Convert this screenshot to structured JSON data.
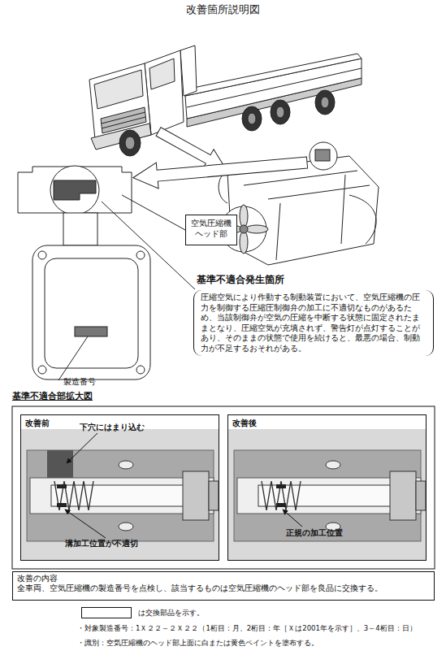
{
  "diagram": {
    "title": "改善箇所説明図",
    "nodes": [
      {
        "text": [
          "空気圧縮機ヘッド部"
        ]
      },
      {
        "text": [
          "基準不適合発生箇所",
          "圧縮空気により作動する制動装置において、空気圧縮機の圧力を制御する圧縮圧制御弁の加工に不適切なものがあるため、当該制御弁が空気の圧縮を中断する状態に固定されたままとなり、圧縮空気が充填されず、警告灯が点灯することがあり、そのままの状態で使用を続けると、最悪の場合、制動力が不足するおそれがある。"
        ]
      },
      {
        "text": [
          "改善前"
        ]
      },
      {
        "text": [
          "改善後"
        ]
      },
      {
        "text": [
          "改善の内容",
          "全車両、空気圧縮機の製造番号を点検し、該当するものは空気圧縮機のヘッド部を良品に交換する。"
        ]
      }
    ],
    "labels": [
      "製造番号",
      "基準不適合部拡大図",
      "下穴にはまり込む",
      "溝加工位置が不適切",
      "正規の加工位置",
      "・対象製造番号：1Ｘ２２～２Ｘ２２（1桁目：月、2桁目：年［Ｘは2001年を示す］、3～4桁目：日）",
      "・識別：空気圧縮機のヘッド部上面に白または黄色ペイントを塗布する。"
    ],
    "legend": [
      {
        "text": "は交換部品を示す。"
      }
    ]
  }
}
